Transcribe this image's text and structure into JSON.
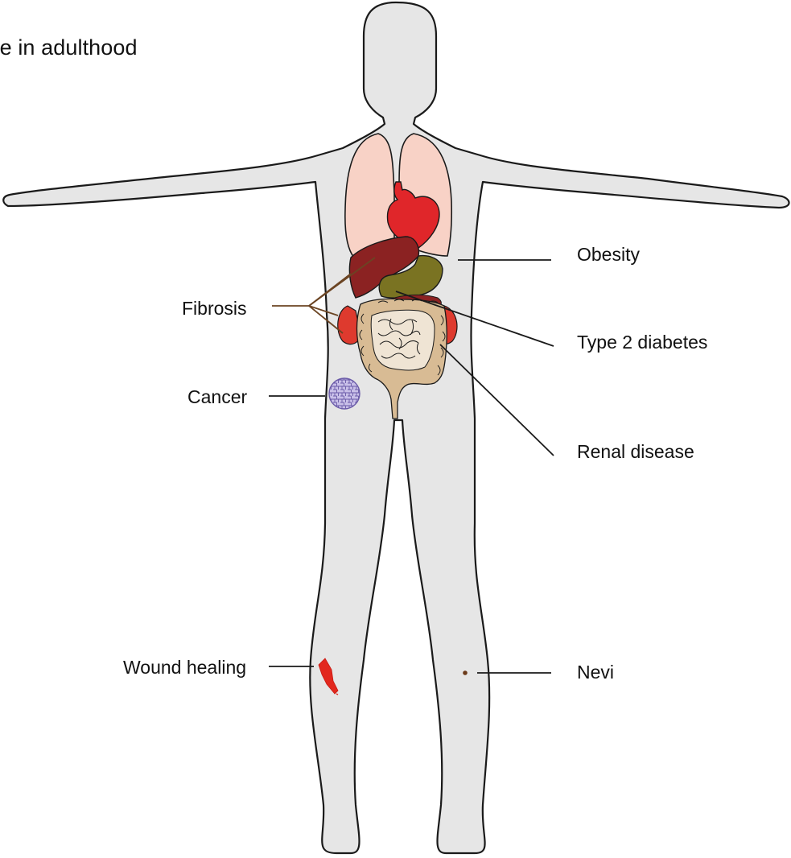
{
  "title": "ce in adulthood",
  "labels": {
    "obesity": "Obesity",
    "fibrosis": "Fibrosis",
    "type2_diabetes": "Type 2 diabetes",
    "cancer": "Cancer",
    "renal_disease": "Renal disease",
    "wound_healing": "Wound healing",
    "nevi": "Nevi"
  },
  "colors": {
    "body_fill": "#e6e6e6",
    "body_outline": "#1a1a1a",
    "lungs": "#f8d2c6",
    "heart": "#e0262a",
    "liver": "#8b2222",
    "stomach": "#7a7322",
    "kidneys": "#de3a2e",
    "large_intestine": "#d8bb94",
    "small_intestine": "#efe4d4",
    "tumor": "#8f7fc4",
    "wound": "#e2281e",
    "nevus": "#6b3a1a",
    "fibrosis_lines": "#6b4423",
    "leader_lines": "#1a1a1a"
  }
}
